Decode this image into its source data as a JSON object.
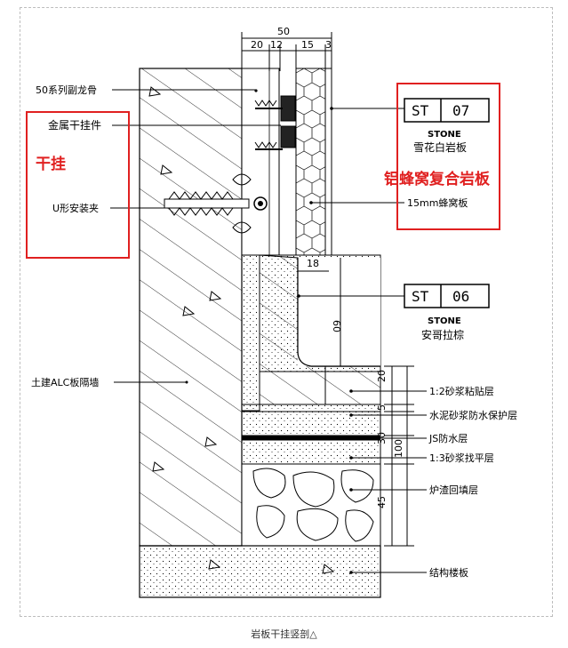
{
  "caption": "岩板干挂竖剖△",
  "dimensions": {
    "top_total": "50",
    "top_segments": [
      "20",
      "12",
      "15",
      "3"
    ],
    "recess_width": "18",
    "recess_height": "60",
    "layer_dims": [
      "20",
      "5",
      "30",
      "100",
      "45"
    ]
  },
  "labels": {
    "keel": "50系列副龙骨",
    "hanger": "金属干挂件",
    "u_clip": "U形安装夹",
    "alc_wall": "土建ALC板隔墙",
    "honeycomb": "15mm蜂窝板",
    "mortar_12": "1:2砂浆粘贴层",
    "cement_protect": "水泥砂浆防水保护层",
    "js_waterproof": "JS防水层",
    "mortar_13": "1:3砂浆找平层",
    "slag_fill": "炉渣回填层",
    "slab": "结构楼板"
  },
  "callouts": {
    "left_red": "干挂",
    "right_red": "铝蜂窝复合岩板"
  },
  "tags": [
    {
      "code": "ST",
      "number": "07",
      "sub": "STONE",
      "desc": "雪花白岩板"
    },
    {
      "code": "ST",
      "number": "06",
      "sub": "STONE",
      "desc": "安哥拉棕"
    }
  ],
  "colors": {
    "line": "#000000",
    "callout_red": "#e02020",
    "frame": "#bdbdbd"
  }
}
